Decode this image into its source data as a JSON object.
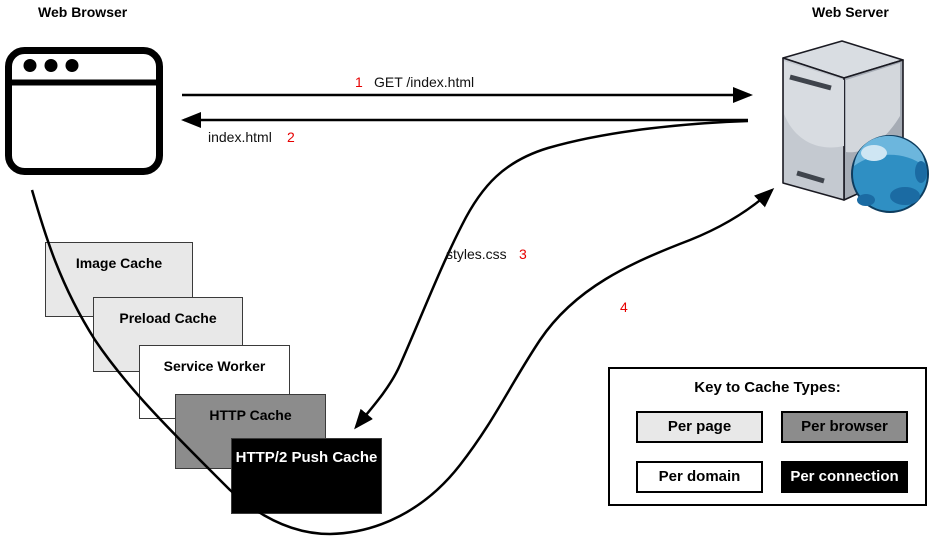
{
  "endpoints": {
    "browser_title": "Web Browser",
    "server_title": "Web Server"
  },
  "messages": [
    {
      "num": "1",
      "label": "GET /index.html"
    },
    {
      "num": "2",
      "label": "index.html"
    },
    {
      "num": "3",
      "label": "styles.css"
    },
    {
      "num": "4",
      "label": ""
    }
  ],
  "caches": [
    {
      "label": "Image Cache",
      "scope": "per-page"
    },
    {
      "label": "Preload Cache",
      "scope": "per-page"
    },
    {
      "label": "Service Worker",
      "scope": "per-domain"
    },
    {
      "label": "HTTP Cache",
      "scope": "per-browser"
    },
    {
      "label": "HTTP/2 Push Cache",
      "scope": "per-connection"
    }
  ],
  "legend": {
    "title": "Key to Cache Types:",
    "items": [
      {
        "label": "Per page",
        "fill": "#e8e8e8",
        "text": "#000000"
      },
      {
        "label": "Per browser",
        "fill": "#8c8c8c",
        "text": "#000000"
      },
      {
        "label": "Per domain",
        "fill": "#ffffff",
        "text": "#000000"
      },
      {
        "label": "Per connection",
        "fill": "#000000",
        "text": "#ffffff"
      }
    ]
  },
  "icons": {
    "browser": "browser-window-icon",
    "server": "server-tower-icon",
    "globe": "globe-icon"
  },
  "colors": {
    "annotation_number_red": "#e60000",
    "line_black": "#000000",
    "per_page_gray": "#e8e8e8",
    "per_browser_gray": "#8c8c8c",
    "per_connection_black": "#000000",
    "globe_blue": "#2f8fc3"
  }
}
